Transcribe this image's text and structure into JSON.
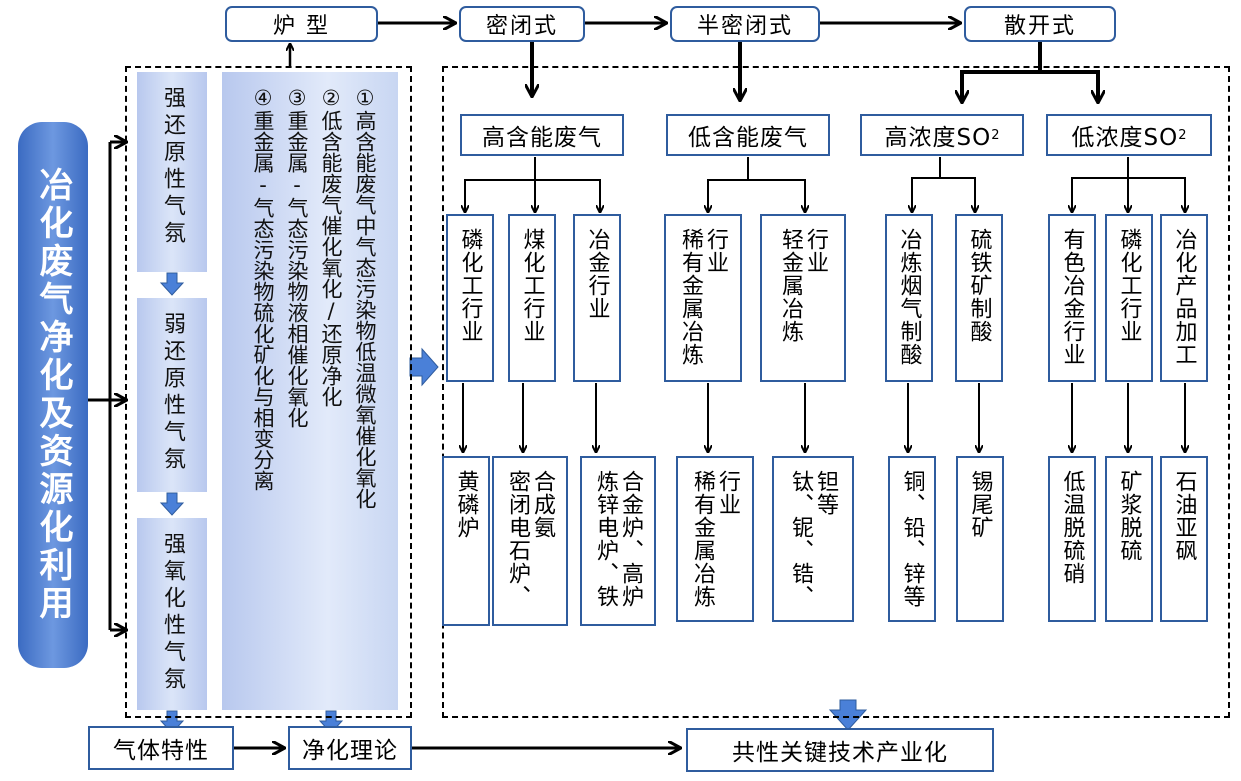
{
  "title": "冶化废气净化及资源化利用",
  "gas_properties": [
    "强还原性气氛",
    "弱还原性气氛",
    "强氧化性气氛"
  ],
  "theory": "①高含能废气中气态污染物低温微氧催化氧化\n②低含能废气催化氧化/还原净化\n③重金属-气态污染物液相催化氧化\n④重金属-气态污染物硫化矿化与相变分离",
  "furnace": {
    "label": "炉 型",
    "types": [
      "密闭式",
      "半密闭式",
      "散开式"
    ]
  },
  "categories": {
    "high_energy": "高含能废气",
    "low_energy": "低含能废气",
    "high_so2": "高浓度SO",
    "low_so2": "低浓度SO",
    "so2_sub": "2"
  },
  "industries": {
    "phosphorus": "磷化工行业",
    "coal": "煤化工行业",
    "metallurgy": "冶金行业",
    "rare_metal_a": "稀有金属冶炼",
    "rare_metal_b": "行业",
    "light_metal_a": "轻金属冶炼",
    "light_metal_b": "行业",
    "smelting_flue": "冶炼烟气制酸",
    "pyrite": "硫铁矿制酸",
    "nonferrous": "有色冶金行业",
    "phosphorus2": "磷化工行业",
    "chem_product": "冶化产品加工"
  },
  "sources": {
    "yellow_p": "黄磷炉",
    "sealed_a": "密闭电石炉、",
    "sealed_b": "合成氨",
    "zinc_a": "炼锌电炉、铁",
    "zinc_b": "合金炉、高炉",
    "rare_a": "稀有金属冶炼",
    "rare_b": "行业",
    "ti_a": "钛、铌、锆、",
    "ti_b": "钽等",
    "cu": "铜、铅、锌等",
    "sn": "锡尾矿",
    "low_temp": "低温脱硫硝",
    "slurry": "矿浆脱硫",
    "petro": "石油亚砜"
  },
  "bottom": {
    "gas": "气体特性",
    "theory": "净化理论",
    "industry": "共性关键技术产业化"
  }
}
